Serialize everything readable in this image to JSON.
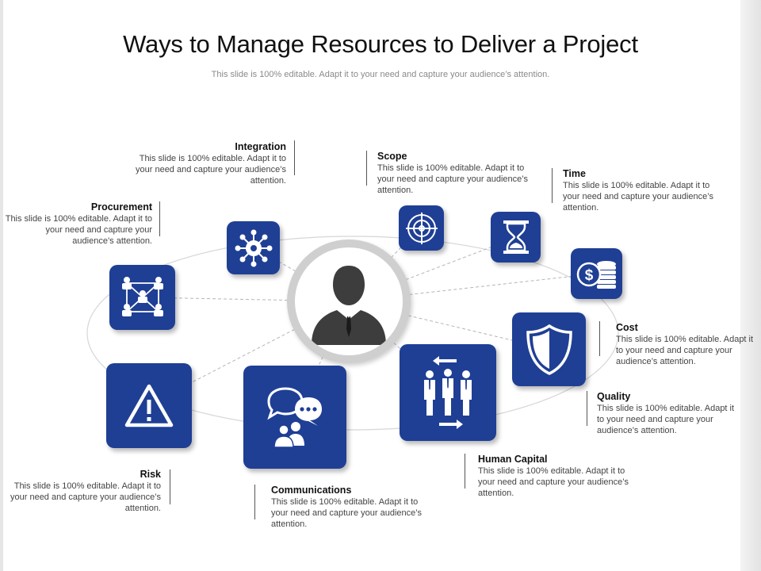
{
  "slide": {
    "title": "Ways to Manage Resources to Deliver a Project",
    "subtitle": "This slide is 100% editable. Adapt it to your need and capture your audience’s attention."
  },
  "colors": {
    "tile": "#1f3f95",
    "ring": "#cfcfcf",
    "person": "#3d3d3d"
  },
  "items": {
    "integration": {
      "heading": "Integration",
      "text": "This slide is 100% editable. Adapt it to your need and capture your audience’s attention.",
      "icon": "network-gear-icon"
    },
    "scope": {
      "heading": "Scope",
      "text": "This slide is 100% editable. Adapt it to your need and capture your audience’s attention.",
      "icon": "target-icon"
    },
    "time": {
      "heading": "Time",
      "text": "This slide is 100% editable. Adapt it to your need and capture your audience’s attention.",
      "icon": "hourglass-icon"
    },
    "procurement": {
      "heading": "Procurement",
      "text": "This slide is 100% editable. Adapt it to your need and capture your audience’s attention.",
      "icon": "people-network-icon"
    },
    "cost": {
      "heading": "Cost",
      "text": "This slide is 100% editable. Adapt it to your need and capture your audience’s attention.",
      "icon": "coins-dollar-icon"
    },
    "quality": {
      "heading": "Quality",
      "text": "This slide is 100% editable. Adapt it to your need and capture your audience’s attention.",
      "icon": "shield-icon"
    },
    "human_capital": {
      "heading": "Human Capital",
      "text": "This slide is 100% editable. Adapt it to your need and capture your audience’s attention.",
      "icon": "team-exchange-icon"
    },
    "risk": {
      "heading": "Risk",
      "text": "This slide is 100% editable. Adapt it to your need and capture your audience’s attention.",
      "icon": "warning-icon"
    },
    "communications": {
      "heading": "Communications",
      "text": "This slide is 100% editable. Adapt it to your need and capture your audience’s attention.",
      "icon": "chat-people-icon"
    }
  },
  "center": {
    "icon": "businessman-icon"
  }
}
